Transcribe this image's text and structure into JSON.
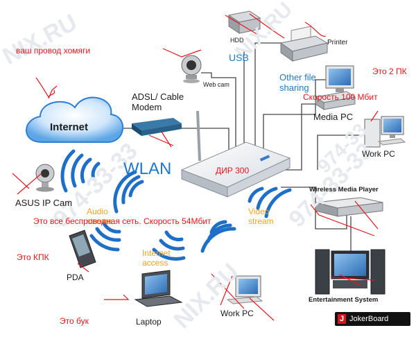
{
  "watermarks": [
    "NIX.RU",
    "974-33-33",
    "974-33-33",
    "NIX.RU",
    "974-33",
    "NIX.RU"
  ],
  "devices": {
    "internet": "Internet",
    "modem": "ADSL/ Cable\nModem",
    "webcam": "Web cam",
    "hdd": "HDD",
    "usb": "USB",
    "printer": "Printer",
    "other_file_sharing": "Other file\nsharing",
    "media_pc": "Media PC",
    "work_pc_right": "Work PC",
    "wireless_media_player": "Wireless Media Player",
    "entertainment_system": "Entertainment System",
    "wlan": "WLAN",
    "asus_ip_cam": "ASUS IP Cam",
    "audio_stream": "Audio\nstream",
    "internet_access": "Internet\naccess",
    "video_stream": "Video\nstream",
    "pda": "PDA",
    "laptop": "Laptop",
    "work_pc_bottom": "Work PC"
  },
  "annotations": {
    "wires_hamsters": "ваш провод хомяги",
    "two_pcs": "Это 2 ПК",
    "speed_100": "Скорость 100 Мбит",
    "router": "ДИР 300",
    "wireless_54": "Это все беспроводная сеть. Скорость 54Мбит",
    "pda_note": "Это КПК",
    "laptop_note": "Это бук"
  },
  "footer": {
    "j": "J",
    "brand": "JokerBoard"
  },
  "colors": {
    "link_blue": "#1f78c8",
    "stream_orange": "#f2a31b",
    "annotation_red": "#e8141c",
    "cloud": "#3b8fd6"
  }
}
